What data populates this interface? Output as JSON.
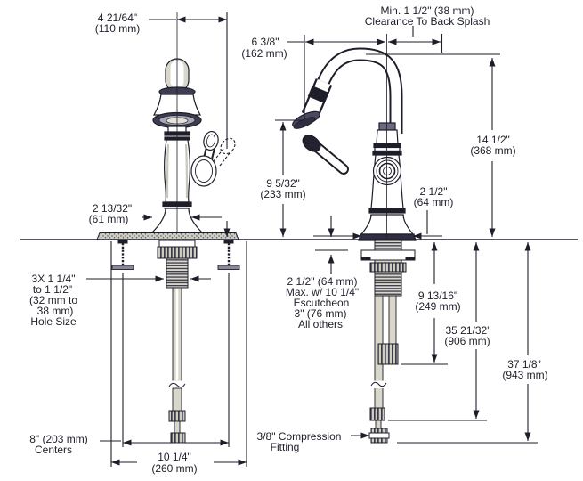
{
  "colors": {
    "ink": "#1e1e2a",
    "shade": "#d9d6ca",
    "dark_fill": "#3d3d52",
    "paper": "#ffffff"
  },
  "labels": {
    "spout_reach": {
      "l1": "4 21/64\"",
      "l2": "(110 mm)"
    },
    "spout_front": {
      "l1": "6 3/8\"",
      "l2": "(162 mm)"
    },
    "backsplash": {
      "l1": "Min. 1 1/2\" (38 mm)",
      "l2": "Clearance To Back Splash"
    },
    "overall_height": {
      "l1": "14 1/2\"",
      "l2": "(368 mm)"
    },
    "outlet_height": {
      "l1": "9 5/32\"",
      "l2": "(233 mm)"
    },
    "base_diameter": {
      "l1": "2 1/2\"",
      "l2": "(64 mm)"
    },
    "body_diameter": {
      "l1": "2 13/32\"",
      "l2": "(61 mm)"
    },
    "hole_size": {
      "l1": "3X 1 1/4\"",
      "l2": "to 1 1/2\"",
      "l3": "(32 mm to",
      "l4": "38 mm)",
      "l5": "Hole Size"
    },
    "deck_thickness": {
      "l1": "2 1/2\" (64 mm)",
      "l2": "Max. w/ 10 1/4\"",
      "l3": "Escutcheon",
      "l4": "3\" (76 mm)",
      "l5": "All others"
    },
    "supply_depth_1": {
      "l1": "9 13/16\"",
      "l2": "(249 mm)"
    },
    "supply_depth_2": {
      "l1": "35 21/32\"",
      "l2": "(906 mm)"
    },
    "supply_depth_3": {
      "l1": "37 1/8\"",
      "l2": "(943 mm)"
    },
    "centers": {
      "l1": "8\" (203 mm)",
      "l2": "Centers"
    },
    "escutcheon_width": {
      "l1": "10 1/4\"",
      "l2": "(260 mm)"
    },
    "compression": {
      "l1": "3/8\" Compression",
      "l2": "Fitting"
    }
  }
}
